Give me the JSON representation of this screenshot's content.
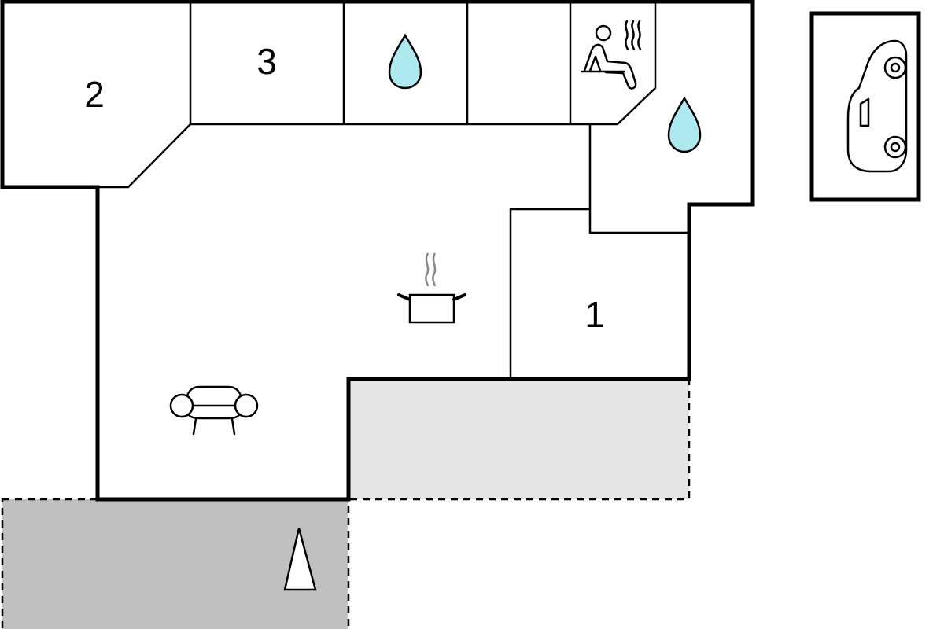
{
  "floor_plan": {
    "rooms": [
      {
        "id": "bedroom-1",
        "label": "1"
      },
      {
        "id": "bedroom-2",
        "label": "2"
      },
      {
        "id": "bedroom-3",
        "label": "3"
      }
    ],
    "icons": [
      "water-drop-icon",
      "sauna-icon",
      "cooking-pot-icon",
      "sofa-icon",
      "car-icon",
      "north-arrow-icon"
    ],
    "colors": {
      "water": "#aee9f0",
      "terrace": "#e5e5e5",
      "outdoor": "#c0c0c0",
      "wall": "#000000"
    }
  }
}
